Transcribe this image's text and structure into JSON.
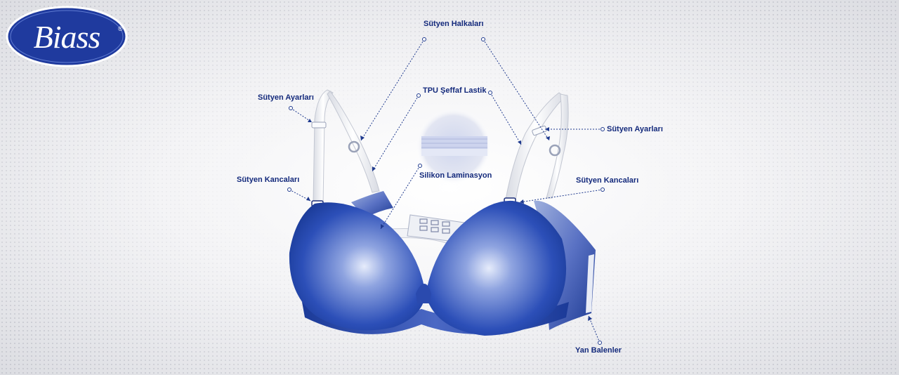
{
  "brand": {
    "logo_text": "Biass",
    "registered_mark": "®"
  },
  "colors": {
    "primary_blue": "#1f3f9e",
    "label_blue": "#142a7c",
    "strap_white": "#eef0f5"
  },
  "labels": {
    "rings": "Sütyen Halkaları",
    "tpu_elastic": "TPU Şeffaf Lastik",
    "adjusters_left": "Sütyen Ayarları",
    "adjusters_right": "Sütyen Ayarları",
    "hooks_left": "Sütyen Kancaları",
    "hooks_right": "Sütyen Kancaları",
    "silicone": "Silikon Laminasyon",
    "side_bones": "Yan Balenler"
  }
}
